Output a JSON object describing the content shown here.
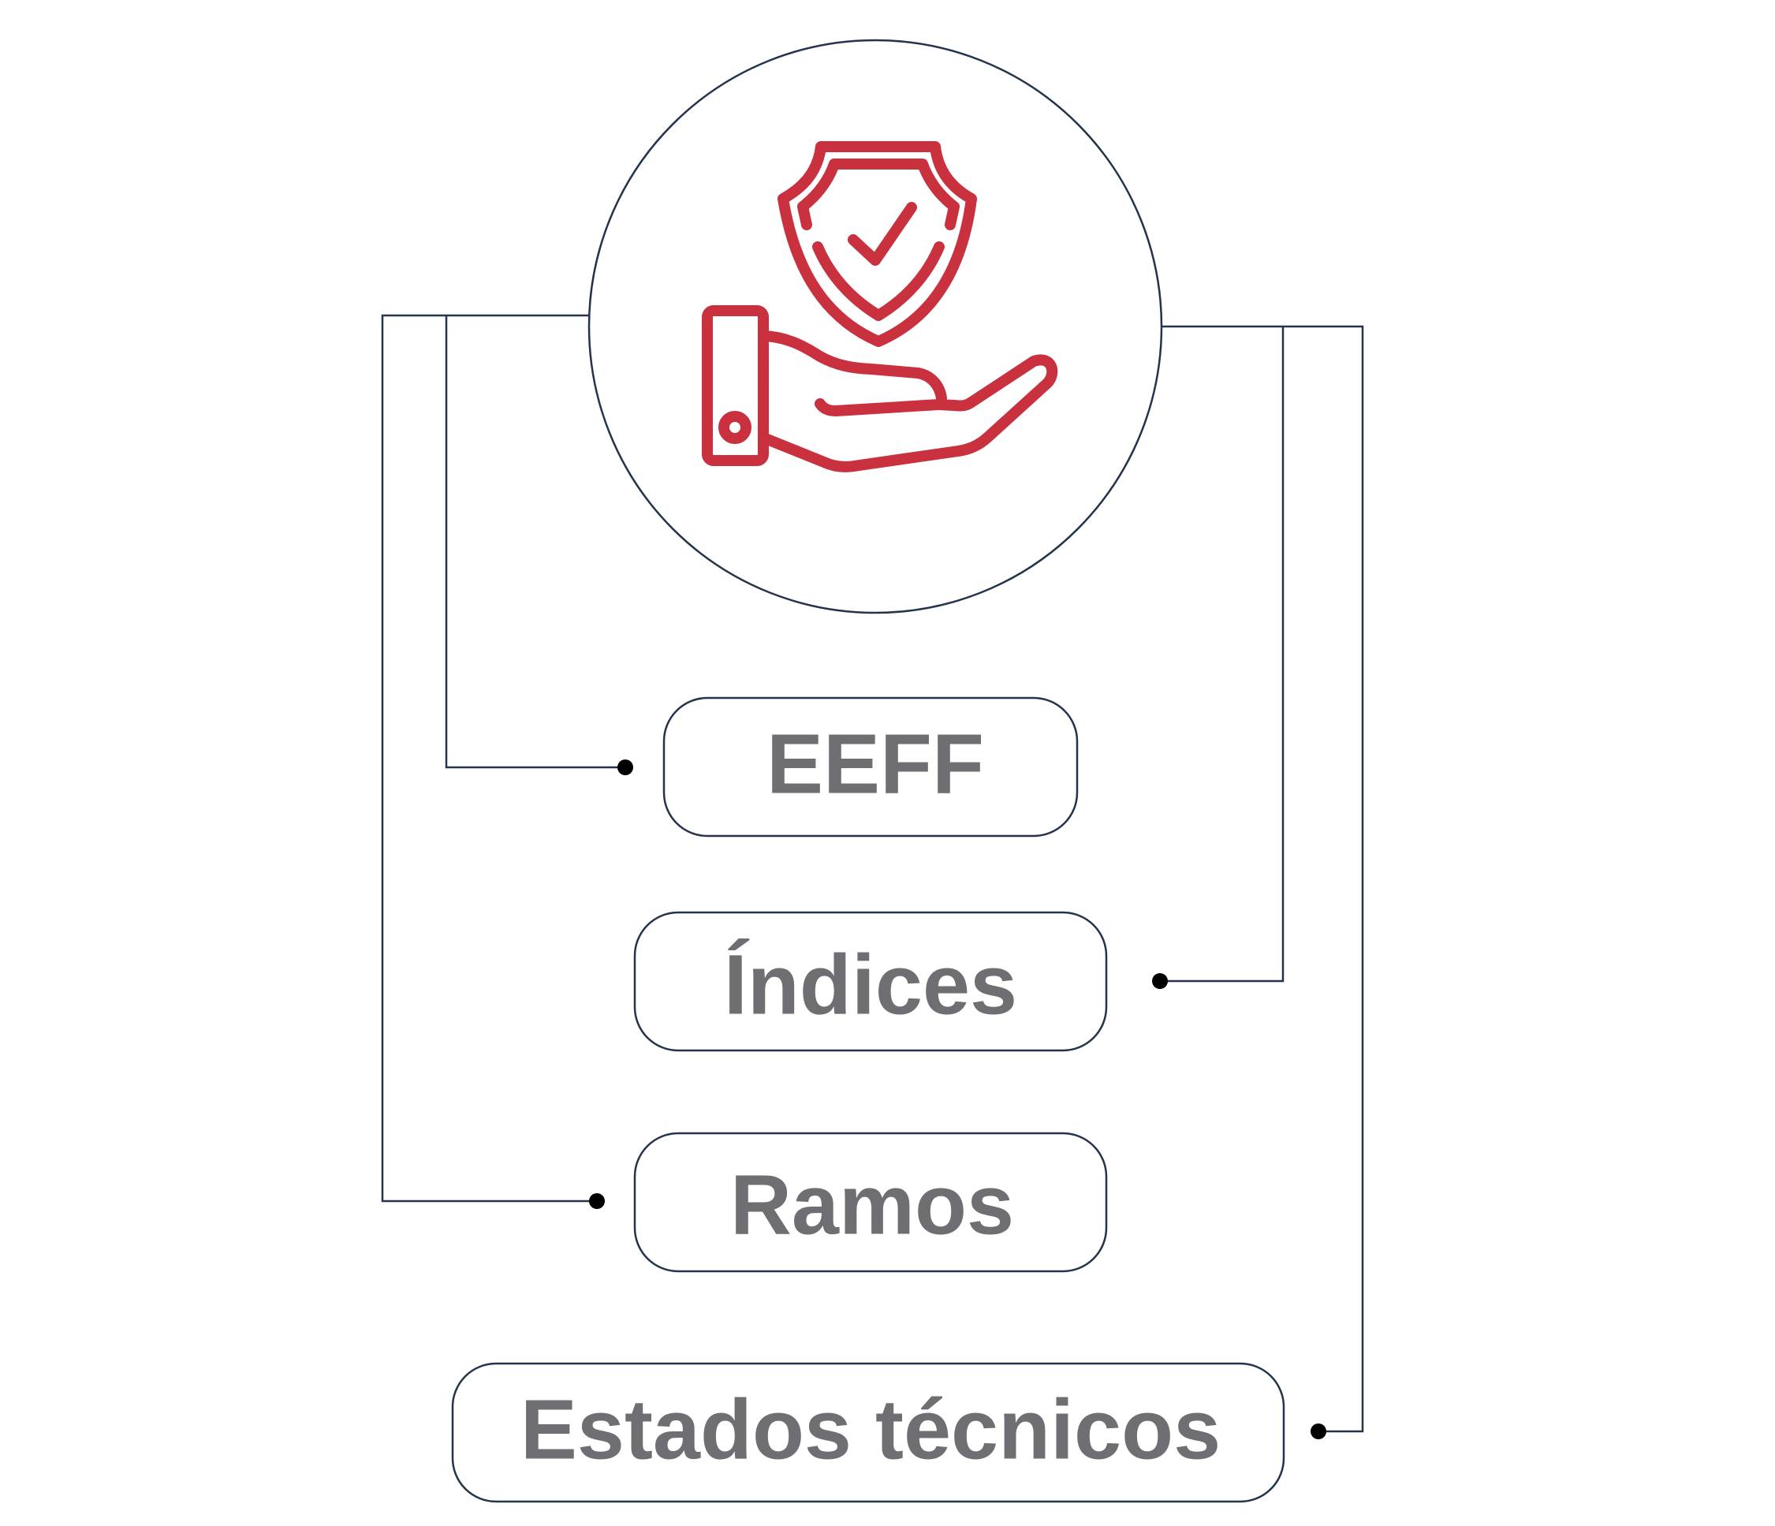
{
  "diagram": {
    "colors": {
      "line": "#23344c",
      "icon": "#c9313f",
      "text": "#6e6e73",
      "dot": "#000000"
    },
    "center_node": {
      "icon": "hand-holding-shield-check-icon"
    },
    "items": [
      {
        "label": "EEFF"
      },
      {
        "label": "Índices"
      },
      {
        "label": "Ramos"
      },
      {
        "label": "Estados técnicos"
      }
    ]
  }
}
